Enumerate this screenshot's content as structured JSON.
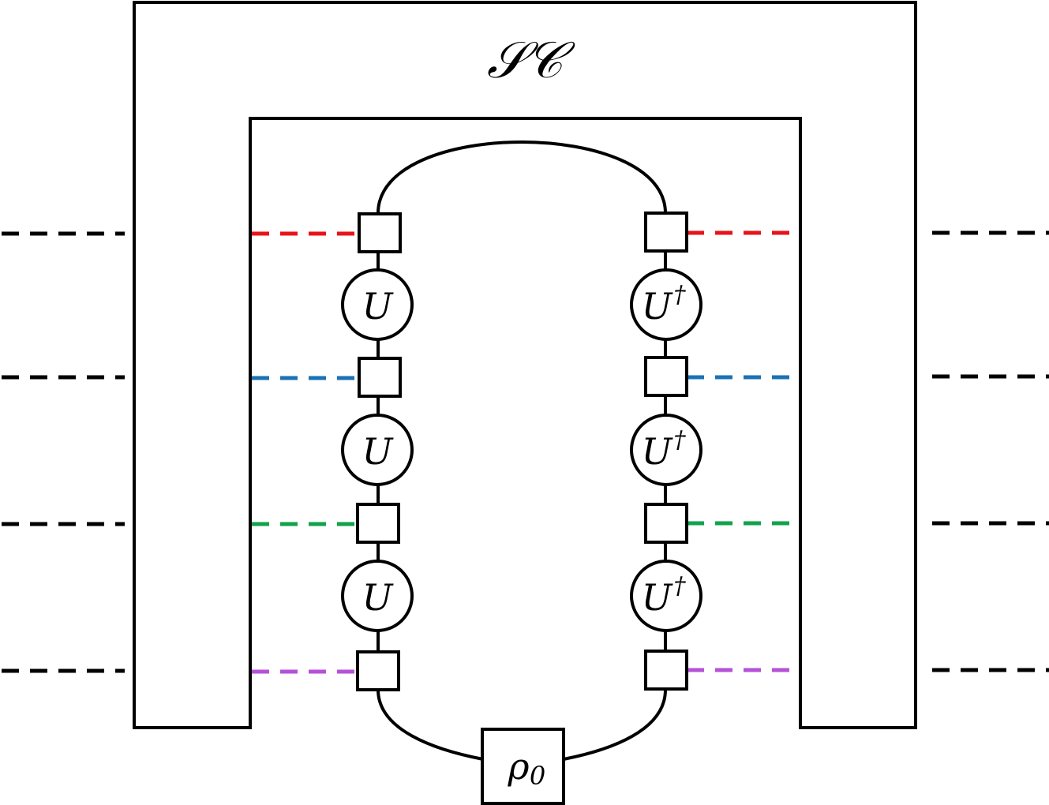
{
  "title": "𝒮𝒞",
  "gate_left": "U",
  "gate_right": "U",
  "gate_right_sup": "†",
  "rho_base": "ρ",
  "rho_sub": "0",
  "colors": {
    "external": "#000000",
    "rows": [
      "#e8141b",
      "#1a72b4",
      "#12a24c",
      "#b552d8"
    ]
  }
}
